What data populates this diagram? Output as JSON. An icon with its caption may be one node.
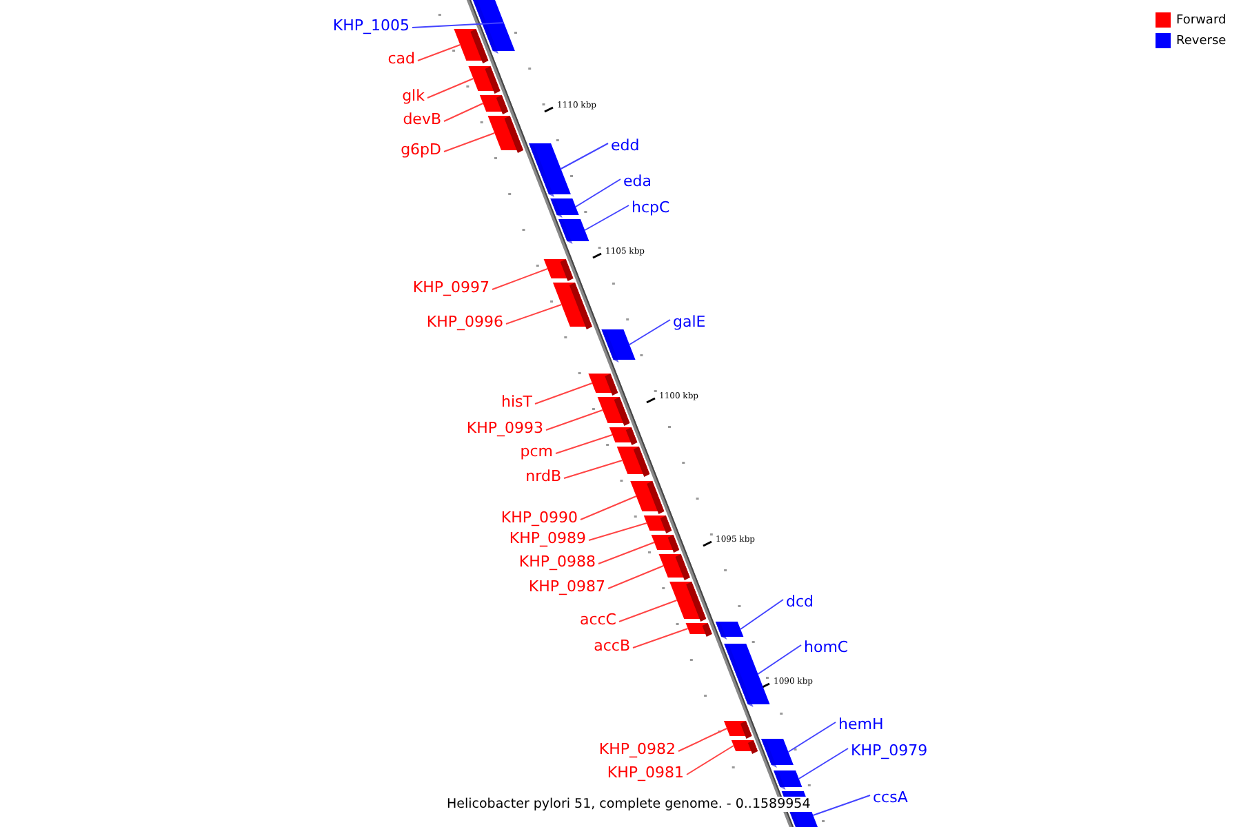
{
  "diagram": {
    "caption": "Helicobacter pylori 51, complete genome. - 0..1589954",
    "nodes": [
      {
        "text": [
          "KHP_1005"
        ]
      },
      {
        "text": [],
        "shape": "bar"
      },
      {
        "text": [
          "cad"
        ]
      },
      {
        "text": [],
        "shape": "bar"
      },
      {
        "text": [
          "glk"
        ]
      },
      {
        "text": [],
        "shape": "bar"
      },
      {
        "text": [
          "devB"
        ]
      },
      {
        "text": [],
        "shape": "bar"
      },
      {
        "text": [
          "edd"
        ]
      },
      {
        "text": [],
        "shape": "bar"
      },
      {
        "text": [
          "g6pD"
        ]
      },
      {
        "text": [],
        "shape": "bar"
      },
      {
        "text": [
          "eda"
        ]
      },
      {
        "text": [],
        "shape": "bar"
      },
      {
        "text": [
          "hcpC"
        ]
      },
      {
        "text": [],
        "shape": "bar"
      },
      {
        "text": [
          "KHP_0997"
        ]
      },
      {
        "text": [],
        "shape": "bar"
      },
      {
        "text": [
          "KHP_0996"
        ]
      },
      {
        "text": [],
        "shape": "bar"
      },
      {
        "text": [
          "galE"
        ]
      },
      {
        "text": [],
        "shape": "bar"
      },
      {
        "text": [
          "hisT"
        ]
      },
      {
        "text": [],
        "shape": "bar"
      },
      {
        "text": [
          "KHP_0993"
        ]
      },
      {
        "text": [],
        "shape": "bar"
      },
      {
        "text": [
          "pcm"
        ]
      },
      {
        "text": [],
        "shape": "bar"
      },
      {
        "text": [
          "nrdB"
        ]
      },
      {
        "text": [],
        "shape": "bar"
      },
      {
        "text": [
          "KHP_0990"
        ]
      },
      {
        "text": [],
        "shape": "bar"
      },
      {
        "text": [
          "KHP_0989"
        ]
      },
      {
        "text": [],
        "shape": "bar"
      },
      {
        "text": [
          "KHP_0988"
        ]
      },
      {
        "text": [],
        "shape": "bar"
      },
      {
        "text": [
          "KHP_0987"
        ]
      },
      {
        "text": [],
        "shape": "bar"
      },
      {
        "text": [
          "dcd"
        ]
      },
      {
        "text": [],
        "shape": "bar"
      },
      {
        "text": [
          "accC"
        ]
      },
      {
        "text": [],
        "shape": "bar"
      },
      {
        "text": [
          "accB"
        ]
      },
      {
        "text": [],
        "shape": "bar"
      },
      {
        "text": [
          "homC"
        ]
      },
      {
        "text": [],
        "shape": "bar"
      },
      {
        "text": [
          "hemH"
        ]
      },
      {
        "text": [],
        "shape": "bar"
      },
      {
        "text": [
          "KHP_0982"
        ]
      },
      {
        "text": [],
        "shape": "bar"
      },
      {
        "text": [
          "KHP_0979"
        ]
      },
      {
        "text": [],
        "shape": "bar"
      },
      {
        "text": [
          "KHP_0981"
        ]
      },
      {
        "text": [],
        "shape": "bar"
      },
      {
        "text": [
          "ccsA"
        ]
      },
      {
        "text": [],
        "shape": "bar"
      }
    ],
    "edges": [
      {
        "from": 0,
        "to": 1,
        "arrow": "none",
        "color": "#4444ff"
      },
      {
        "from": 2,
        "to": 3,
        "arrow": "none"
      },
      {
        "from": 4,
        "to": 5,
        "arrow": "none"
      },
      {
        "from": 6,
        "to": 7,
        "arrow": "none"
      },
      {
        "from": 8,
        "to": 9,
        "arrow": "none",
        "color": "#4444ff"
      },
      {
        "from": 10,
        "to": 11,
        "arrow": "none"
      },
      {
        "from": 12,
        "to": 13,
        "arrow": "none",
        "color": "#4444ff"
      },
      {
        "from": 14,
        "to": 15,
        "arrow": "none",
        "color": "#4444ff"
      },
      {
        "from": 16,
        "to": 17,
        "arrow": "none"
      },
      {
        "from": 18,
        "to": 19,
        "arrow": "none"
      },
      {
        "from": 20,
        "to": 21,
        "arrow": "none",
        "color": "#4444ff"
      },
      {
        "from": 22,
        "to": 23,
        "arrow": "none"
      },
      {
        "from": 24,
        "to": 25,
        "arrow": "none"
      },
      {
        "from": 26,
        "to": 27,
        "arrow": "none"
      },
      {
        "from": 28,
        "to": 29,
        "arrow": "none"
      },
      {
        "from": 30,
        "to": 31,
        "arrow": "none"
      },
      {
        "from": 32,
        "to": 33,
        "arrow": "none"
      },
      {
        "from": 34,
        "to": 35,
        "arrow": "none"
      },
      {
        "from": 36,
        "to": 37,
        "arrow": "none"
      },
      {
        "from": 38,
        "to": 39,
        "arrow": "none",
        "color": "#4444ff"
      },
      {
        "from": 40,
        "to": 41,
        "arrow": "none"
      },
      {
        "from": 42,
        "to": 43,
        "arrow": "none"
      },
      {
        "from": 44,
        "to": 45,
        "arrow": "none",
        "color": "#4444ff"
      },
      {
        "from": 46,
        "to": 47,
        "arrow": "none",
        "color": "#4444ff"
      },
      {
        "from": 48,
        "to": 49,
        "arrow": "none"
      },
      {
        "from": 50,
        "to": 51,
        "arrow": "none",
        "color": "#4444ff"
      },
      {
        "from": 52,
        "to": 53,
        "arrow": "none"
      },
      {
        "from": 54,
        "to": 55,
        "arrow": "none",
        "color": "#4444ff"
      }
    ],
    "labels": [
      "1110 kbp",
      "1105 kbp",
      "1100 kbp",
      "1095 kbp",
      "1090 kbp"
    ],
    "legend": [
      {
        "text": "Forward",
        "color": "#ff0000"
      },
      {
        "text": "Reverse",
        "color": "#0000ff"
      }
    ]
  }
}
